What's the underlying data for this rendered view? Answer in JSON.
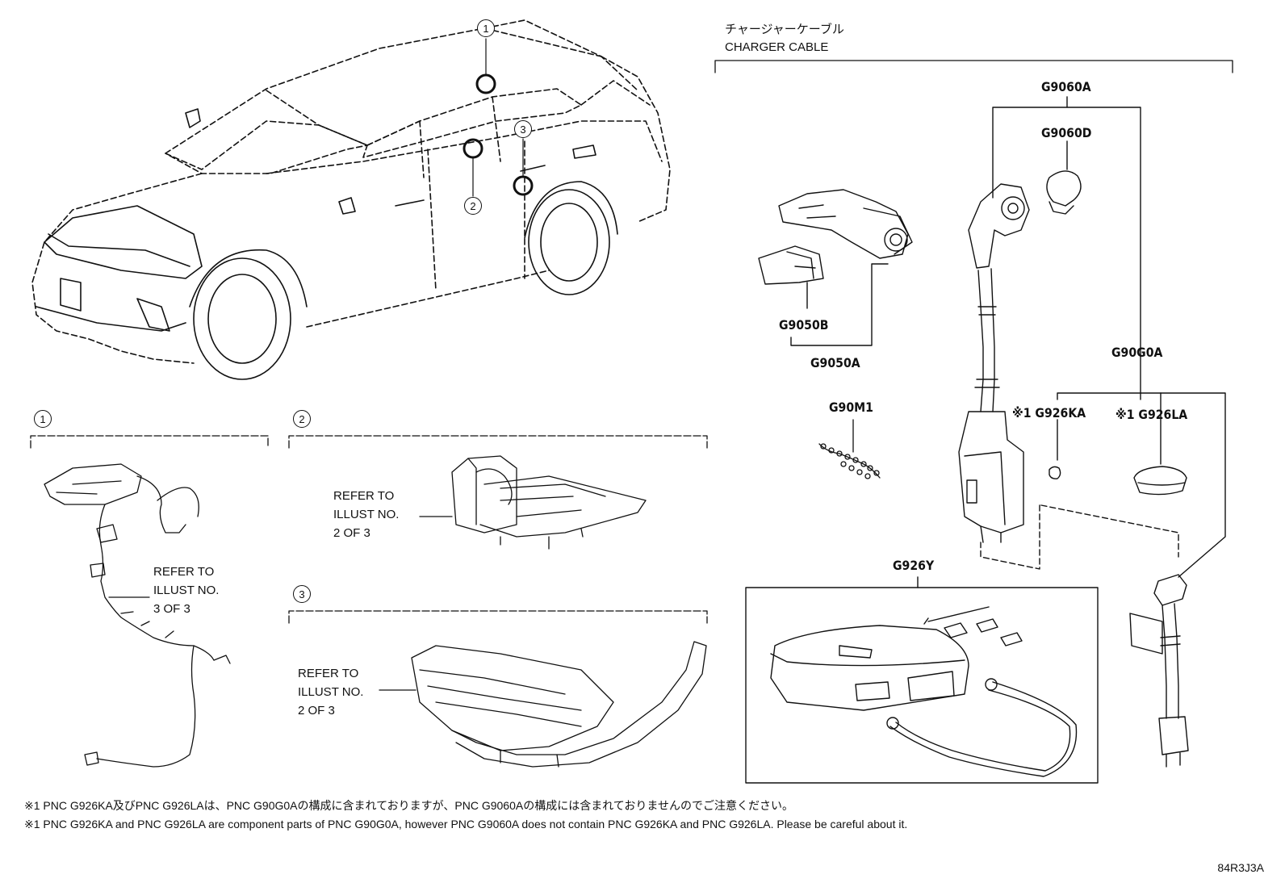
{
  "charger": {
    "title_ja": "チャージャーケーブル",
    "title_en": "CHARGER CABLE"
  },
  "parts": {
    "g9060a": "G9060A",
    "g9060d": "G9060D",
    "g9050b": "G9050B",
    "g9050a": "G9050A",
    "g90m1": "G90M1",
    "g90g0a": "G90G0A",
    "g926ka": "※1 G926KA",
    "g926la": "※1 G926LA",
    "g926y": "G926Y"
  },
  "callouts": {
    "c1": "1",
    "c2": "2",
    "c3": "3"
  },
  "sections": {
    "s1": "1",
    "s2": "2",
    "s3": "3"
  },
  "refer1": {
    "line1": "REFER TO",
    "line2": "ILLUST NO.",
    "line3": "3 OF 3"
  },
  "refer2": {
    "line1": "REFER TO",
    "line2": "ILLUST NO.",
    "line3": "2 OF 3"
  },
  "refer3": {
    "line1": "REFER TO",
    "line2": "ILLUST NO.",
    "line3": "2 OF 3"
  },
  "notes": {
    "ja": "※1 PNC G926KA及びPNC G926LAは、PNC G90G0Aの構成に含まれておりますが、PNC G9060Aの構成には含まれておりませんのでご注意ください。",
    "en": "※1 PNC G926KA and PNC G926LA are component parts of PNC G90G0A, however PNC G9060A does not contain PNC G926KA and PNC G926LA. Please be careful about it."
  },
  "illustration_code": "84R3J3A"
}
